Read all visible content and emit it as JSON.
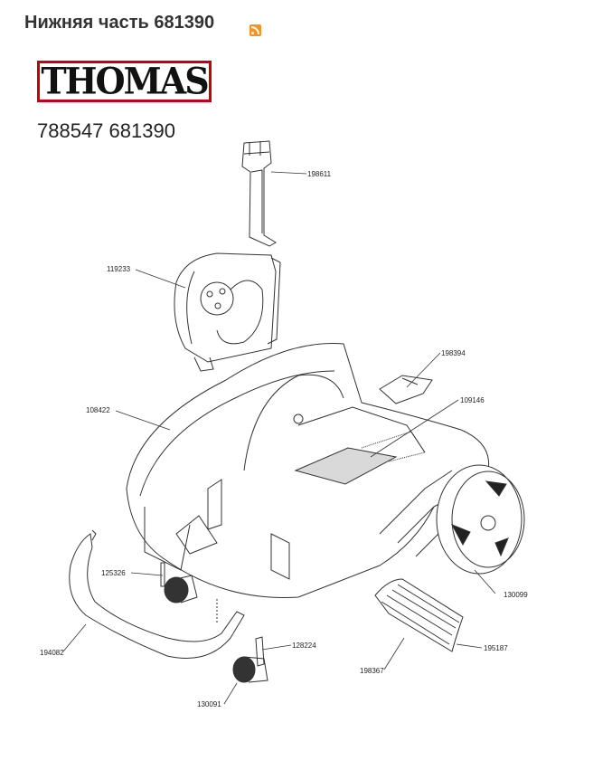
{
  "header": {
    "title": "Нижняя часть 681390",
    "rss_icon": "rss-feed-icon"
  },
  "brand": {
    "logo_text": "THOMAS",
    "logo_color": "#c00010"
  },
  "model_codes": "788547 681390",
  "parts": [
    {
      "id": "198611"
    },
    {
      "id": "119233"
    },
    {
      "id": "198394"
    },
    {
      "id": "109146"
    },
    {
      "id": "108422"
    },
    {
      "id": "125326"
    },
    {
      "id": "130099"
    },
    {
      "id": "195187"
    },
    {
      "id": "194082"
    },
    {
      "id": "128224"
    },
    {
      "id": "198367"
    },
    {
      "id": "130091"
    }
  ]
}
